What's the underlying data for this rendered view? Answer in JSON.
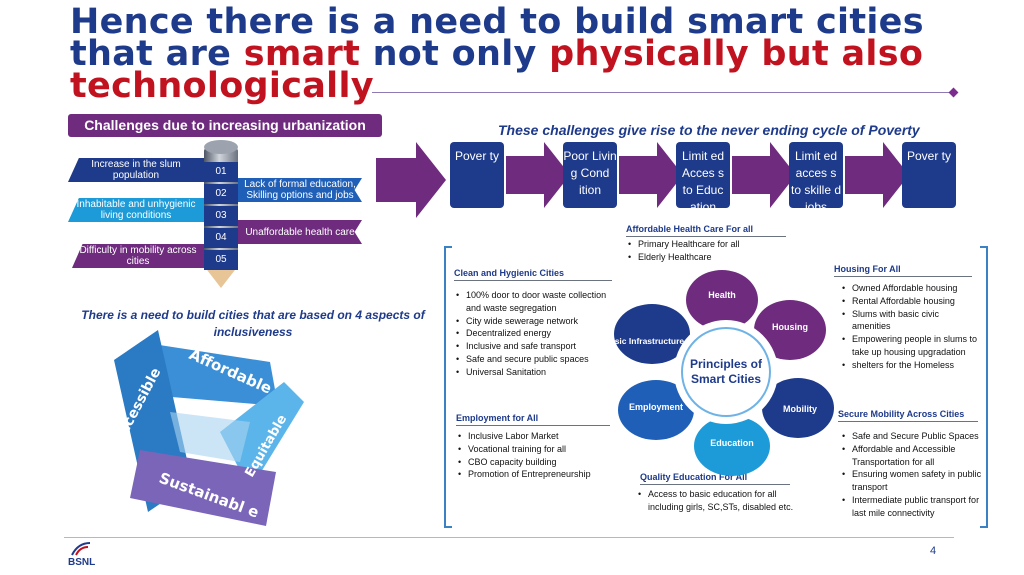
{
  "title": {
    "line1": "Hence there is a need to build smart cities",
    "line2_a": "that are ",
    "line2_b": "smart",
    "line2_c": " not only ",
    "line2_d": "physically but also",
    "line3": "technologically"
  },
  "challenges": {
    "label": "Challenges due to increasing urbanization",
    "numbers": [
      "01",
      "02",
      "03",
      "04",
      "05"
    ],
    "items": [
      "Increase in the slum population",
      "Lack of formal education, Skilling options and jobs",
      "Inhabitable and unhygienic living conditions",
      "Unaffordable health care",
      "Difficulty in mobility across cities"
    ]
  },
  "cycle": {
    "title": "These challenges give rise to the never ending cycle of Poverty",
    "boxes": [
      "Pover ty",
      "Poor Livin g Cond ition",
      "Limit ed Acces s to Educ ation",
      "Limit ed acces s to skille d jobs",
      "Pover ty"
    ]
  },
  "aspects": {
    "note": "There is a need to build cities that are based on 4 aspects of inclusiveness",
    "labels": [
      "Affordable",
      "Accessible",
      "Equitable",
      "Sustainabl e"
    ]
  },
  "principles": {
    "center": "Principles of Smart Cities",
    "petals": [
      "Health",
      "Housing",
      "Mobility",
      "Education",
      "Employment",
      "Basic Infrastructure"
    ],
    "sections": {
      "health": {
        "title": "Affordable Health Care For all",
        "items": [
          "Primary Healthcare for all",
          "Elderly Healthcare"
        ]
      },
      "clean": {
        "title": "Clean and Hygienic Cities",
        "items": [
          "100% door to door waste collection and waste segregation",
          "City wide sewerage network",
          "Decentralized energy",
          "Inclusive and safe transport",
          "Safe and secure public spaces",
          "Universal Sanitation"
        ]
      },
      "housing": {
        "title": "Housing For All",
        "items": [
          "Owned Affordable housing",
          "Rental Affordable housing",
          "Slums with basic civic amenities",
          "Empowering people in slums to take up housing upgradation",
          "shelters for the Homeless"
        ]
      },
      "employment": {
        "title": "Employment for All",
        "items": [
          "Inclusive Labor Market",
          "Vocational training for all",
          "CBO capacity building",
          "Promotion of Entrepreneurship"
        ]
      },
      "mobility": {
        "title": "Secure Mobility Across Cities",
        "items": [
          "Safe and Secure Public Spaces",
          "Affordable and Accessible Transportation for all",
          "Ensuring women safety in public transport",
          "Intermediate public transport for last mile connectivity"
        ]
      },
      "education": {
        "title": "Quality Education For All",
        "items": [
          "Access to basic education for all including girls, SC,STs, disabled etc."
        ]
      }
    }
  },
  "footer": {
    "logo": "BSNL",
    "page": "4"
  },
  "colors": {
    "navy": "#1e3a8a",
    "red": "#c1121f",
    "purple": "#6f2c7e",
    "blue": "#1f5fb7",
    "cyan": "#1c9bd8"
  }
}
